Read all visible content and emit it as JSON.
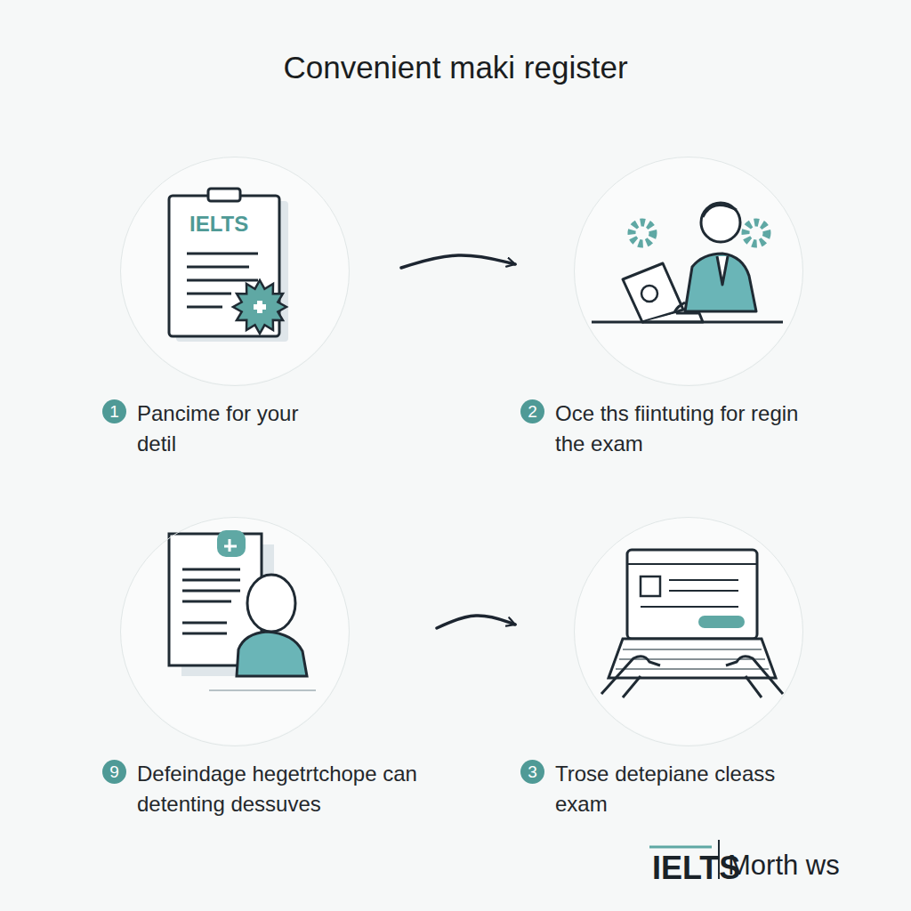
{
  "diagram": {
    "title": "Convenient maki register",
    "nodes": [
      {
        "text": [
          "1",
          "Pancime for your detil"
        ]
      },
      {
        "text": [
          "2",
          "Oce ths fiintuting for regin the exam"
        ]
      },
      {
        "text": [
          "9",
          "Defeindage hegetrtchope can detenting dessuves"
        ]
      },
      {
        "text": [
          "3",
          "Trose detepiane cleass exam"
        ]
      }
    ],
    "edges": [
      {
        "from": 0,
        "to": 1,
        "arrow": "to"
      },
      {
        "from": 2,
        "to": 3,
        "arrow": "to"
      }
    ],
    "labels": [
      "IELTS",
      "IELTS",
      "Morth ws"
    ]
  }
}
